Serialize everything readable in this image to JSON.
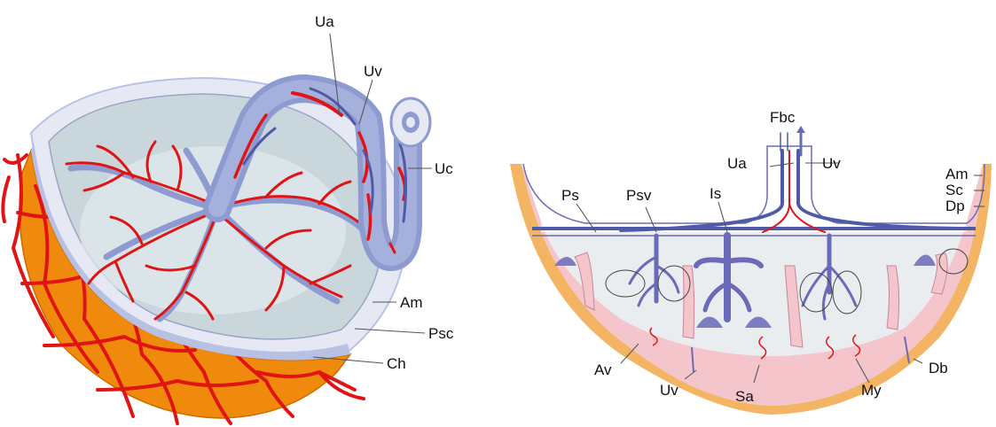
{
  "colors": {
    "artery": "#e01414",
    "vein": "#6a6ab8",
    "vein_light": "#8e9bd0",
    "chorion": "#f08a0c",
    "membrane": "#b9c2e6",
    "inner_surface": "#c9d6dc",
    "decidua": "#f4c6cc",
    "myometrium": "#f3b463",
    "intervillous": "#e9edf0"
  },
  "left_panel": {
    "labels": {
      "ua": "Ua",
      "uv": "Uv",
      "uc": "Uc",
      "am": "Am",
      "psc": "Psc",
      "ch": "Ch"
    }
  },
  "right_panel": {
    "labels": {
      "fbc": "Fbc",
      "ua": "Ua",
      "uv": "Uv",
      "am": "Am",
      "sc": "Sc",
      "dp": "Dp",
      "ps": "Ps",
      "psv": "Psv",
      "is": "Is",
      "av": "Av",
      "uv_bottom": "Uv",
      "sa": "Sa",
      "my": "My",
      "db": "Db"
    }
  }
}
